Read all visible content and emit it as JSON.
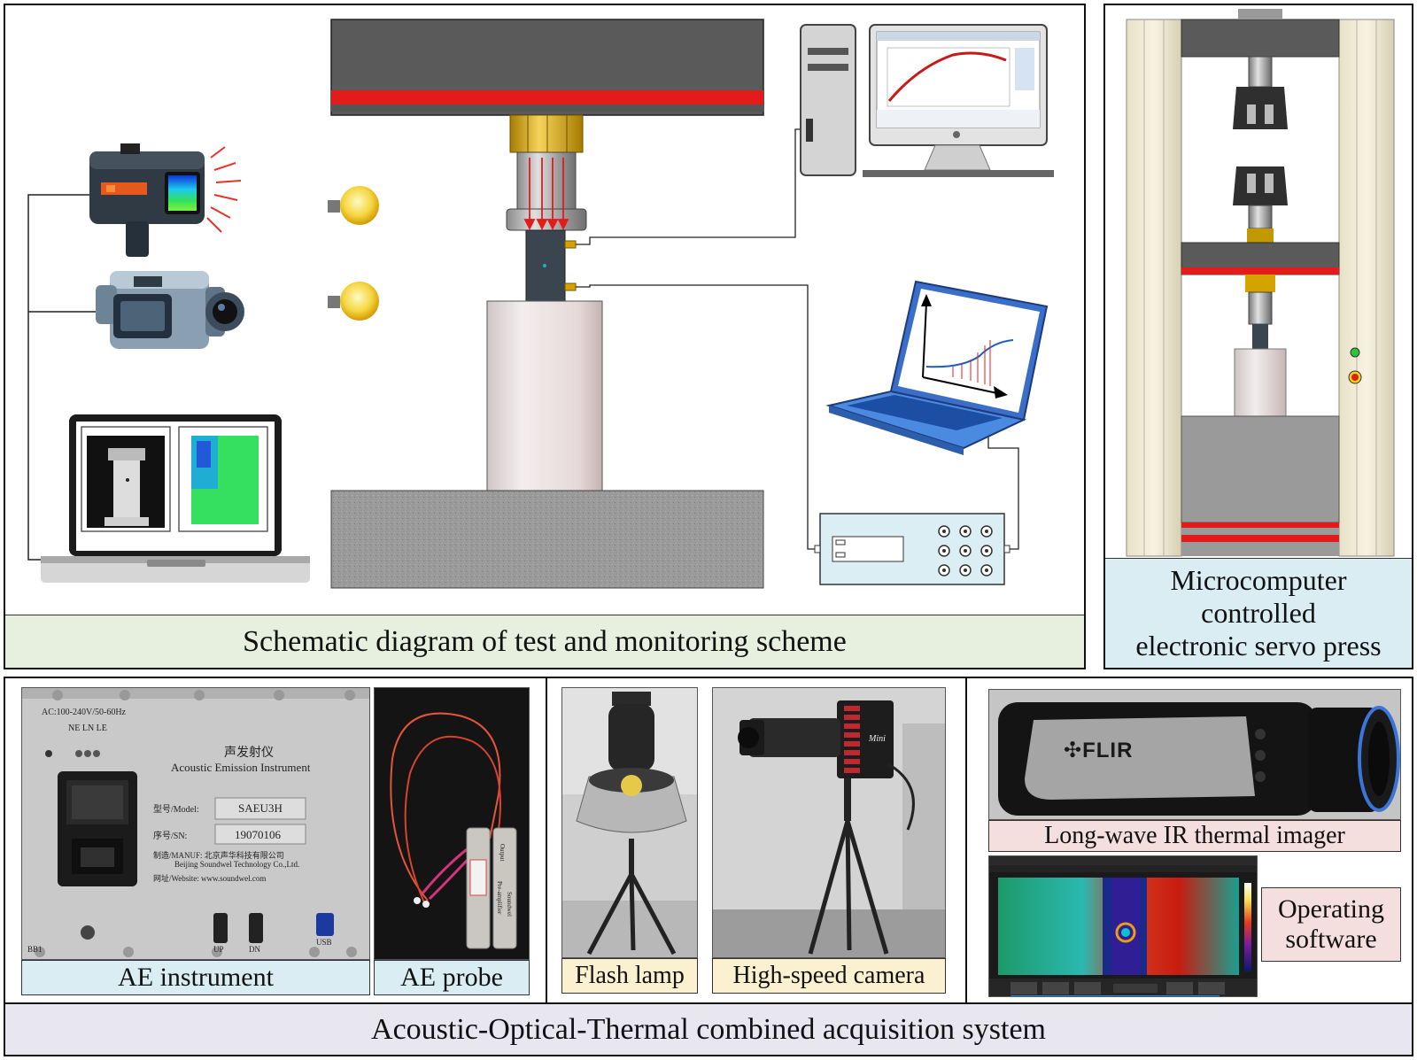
{
  "main_caption": "Schematic diagram of test and monitoring scheme",
  "press_caption": {
    "line1": "Microcomputer",
    "line2": "controlled",
    "line3": "electronic servo press"
  },
  "bottom_caption": "Acoustic-Optical-Thermal combined acquisition system",
  "ae_instrument": {
    "caption": "AE instrument",
    "power_label": "AC:100-240V/50-60Hz",
    "ne_ln_le": "NE LN LE",
    "title_cn": "声发射仪",
    "title_en": "Acoustic Emission Instrument",
    "model_label": "型号/Model:",
    "model_value": "SAEU3H",
    "sn_label": "序号/SN:",
    "sn_value": "19070106",
    "manuf_cn": "制造/MANUF: 北京声华科技有限公司",
    "manuf_en": "Beijing Soundwel Technology Co.,Ltd.",
    "website": "网址/Website: www.soundwel.com",
    "port_up": "UP",
    "port_dn": "DN",
    "port_usb": "USB",
    "port_bb": "BB1"
  },
  "ae_probe": {
    "caption": "AE probe",
    "unit_label_1": "Output",
    "unit_label_2": "Pre-amplifier",
    "unit_label_3": "Soundwel"
  },
  "flash_lamp": {
    "caption": "Flash lamp"
  },
  "high_speed_camera": {
    "caption": "High-speed camera",
    "brand": "Mini"
  },
  "ir_imager": {
    "caption": "Long-wave IR thermal imager",
    "brand": "FLIR"
  },
  "operating_software": {
    "line1": "Operating",
    "line2": "software"
  },
  "colors": {
    "press_red": "#e31b1b",
    "press_gray": "#5a5a5a",
    "specimen": "#e9dcdc",
    "gold": "#d4a300",
    "platform": "#8f8f8f"
  }
}
